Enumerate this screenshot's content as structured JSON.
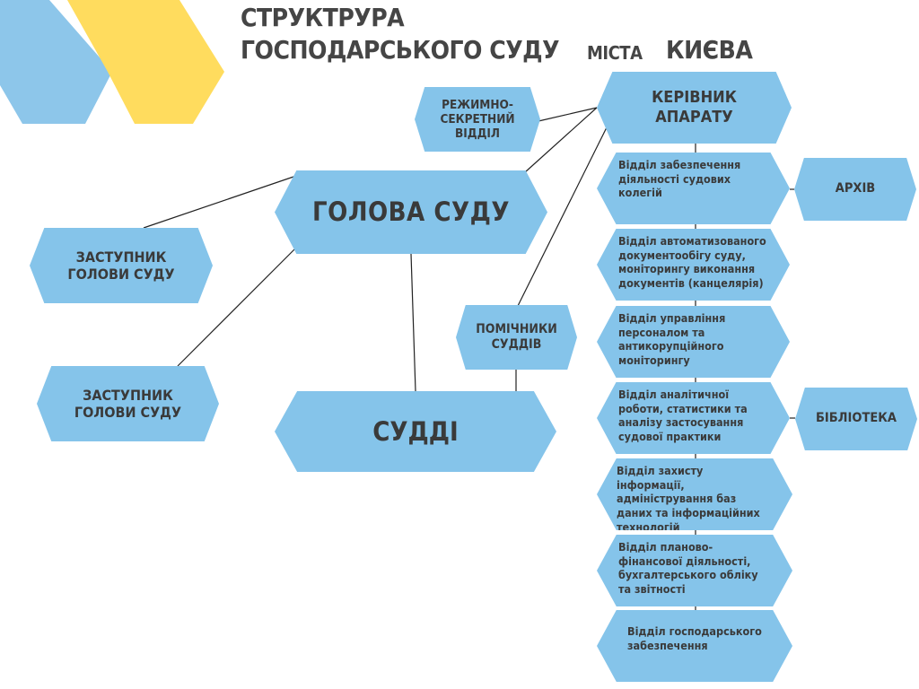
{
  "header": {
    "title_line1": "СТРУКТРУРА",
    "title_line2": "ГОСПОДАРСЬКОГО СУДУ",
    "title_city_prefix": "МІСТА",
    "title_city": "КИЄВА"
  },
  "nodes": {
    "regime": "РЕЖИМНО-СЕКРЕТНИЙ ВІДДІЛ",
    "head_apparatus": "КЕРІВНИК АПАРАТУ",
    "court_head": "ГОЛОВА СУДУ",
    "deputy_1": "ЗАСТУПНИК ГОЛОВИ СУДУ",
    "deputy_2": "ЗАСТУПНИК ГОЛОВИ СУДУ",
    "assistants": "ПОМІЧНИКИ СУДДІВ",
    "judges": "СУДДІ",
    "archive": "АРХІВ",
    "library": "БІБЛІОТЕКА"
  },
  "departments": [
    "Відділ забезпечення діяльності судових колегій",
    "Відділ автоматизованого документообігу суду, моніторингу виконання документів (канцелярія)",
    "Відділ управління персоналом та антикорупційного моніторингу",
    "Відділ аналітичної роботи, статистики та аналізу застосування судової практики",
    "Відділ захисту інформації, адміністрування баз даних та інформаційних технологій",
    "Відділ планово-фінансової діяльності, бухгалтерського обліку та звітності",
    "Відділ господарського забезпечення"
  ],
  "colors": {
    "node_fill": "#85c4ea",
    "accent_yellow": "#ffdc5e",
    "text": "#3a3a3a",
    "title_text": "#454545",
    "line": "#222222"
  }
}
